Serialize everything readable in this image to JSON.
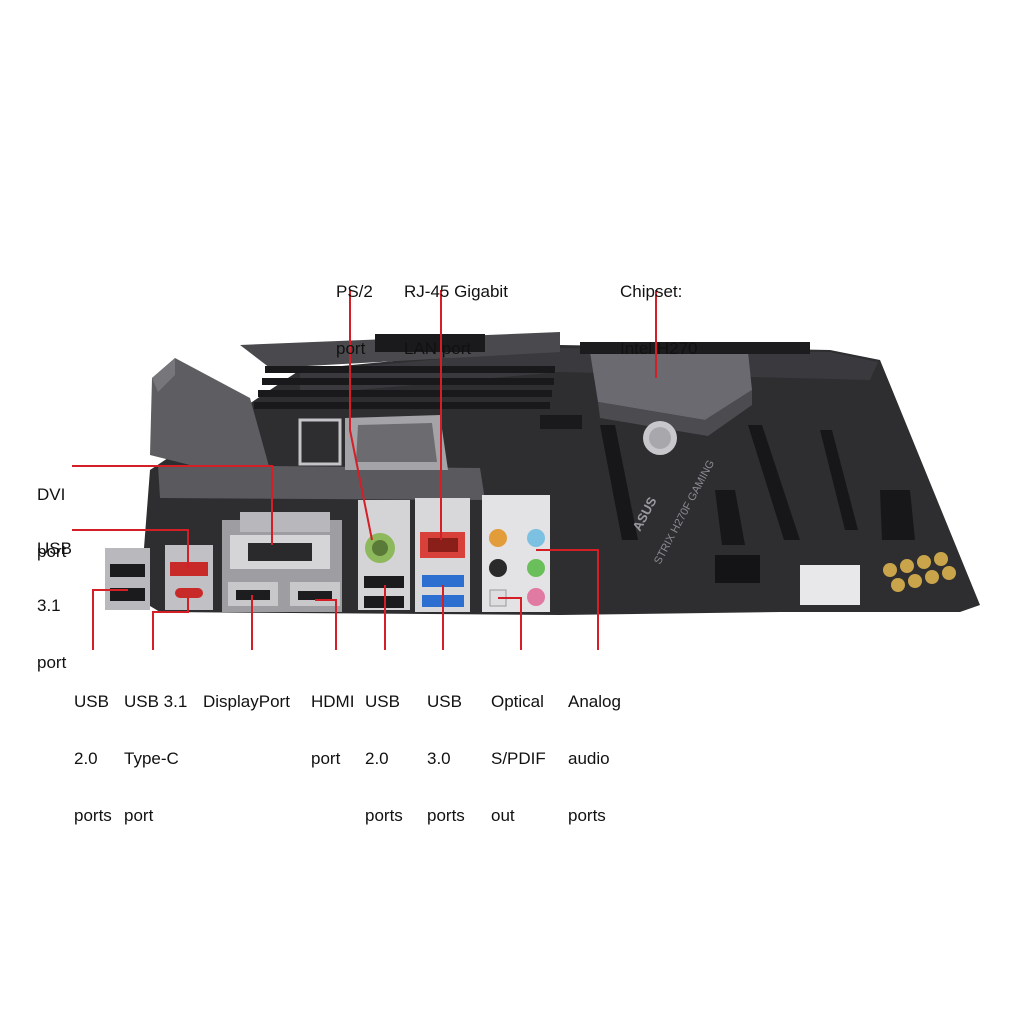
{
  "colors": {
    "leader": "#d41f26",
    "background": "#ffffff",
    "board": "#2e2e31",
    "heatsink": "#5e5e62",
    "io_shield": "#c9cacc",
    "usb3": "#2c6fd1",
    "rj45": "#d8403a"
  },
  "board": {
    "brand": "ASUS",
    "model": "STRIX H270F GAMING"
  },
  "labels": {
    "ps2": [
      "PS/2",
      "port"
    ],
    "rj45": [
      "RJ-45 Gigabit",
      "LAN port"
    ],
    "chipset": [
      "Chipset:",
      "Intel H270"
    ],
    "dvi": [
      "DVI",
      "port"
    ],
    "usb31": [
      "USB",
      "3.1",
      "port"
    ],
    "usb20_left": [
      "USB",
      "2.0",
      "ports"
    ],
    "usb31_typec": [
      "USB 3.1",
      "Type-C",
      "port"
    ],
    "displayport": [
      "DisplayPort"
    ],
    "hdmi": [
      "HDMI",
      "port"
    ],
    "usb20_mid": [
      "USB",
      "2.0",
      "ports"
    ],
    "usb30": [
      "USB",
      "3.0",
      "ports"
    ],
    "spdif": [
      "Optical",
      "S/PDIF",
      "out"
    ],
    "audio": [
      "Analog",
      "audio",
      "ports"
    ]
  }
}
